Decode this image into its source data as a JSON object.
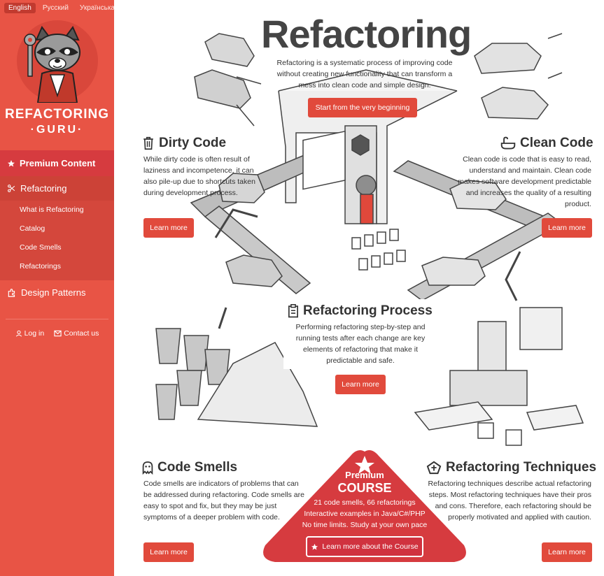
{
  "languages": [
    {
      "label": "English",
      "active": true
    },
    {
      "label": "Русский",
      "active": false
    },
    {
      "label": "Українська",
      "active": false
    }
  ],
  "brand": {
    "line1": "REFACTORING",
    "line2": "·GURU·"
  },
  "nav": {
    "premium": "Premium Content",
    "refactoring": "Refactoring",
    "sub_items": [
      "What is Refactoring",
      "Catalog",
      "Code Smells",
      "Refactorings"
    ],
    "design_patterns": "Design Patterns",
    "login": "Log in",
    "contact": "Contact us"
  },
  "hero": {
    "title": "Refactoring",
    "intro": "Refactoring is a systematic process of improving code without creating new functionality that can transform a mess into clean code and simple design.",
    "cta": "Start from the very beginning"
  },
  "dirty_code": {
    "title": "Dirty Code",
    "text": "While dirty code is often result of laziness and incompetence, it can also pile-up due to shortcuts taken during development process.",
    "button": "Learn more"
  },
  "clean_code": {
    "title": "Clean Code",
    "text": "Clean code is code that is easy to read, understand and maintain. Clean code makes software development predictable and increases the quality of a resulting product.",
    "button": "Learn more"
  },
  "process": {
    "title": "Refactoring Process",
    "text": "Performing refactoring step-by-step and running tests after each change are key elements of refactoring that make it predictable and safe.",
    "button": "Learn more"
  },
  "code_smells": {
    "title": "Code Smells",
    "text": "Code smells are indicators of problems that can be addressed during refactoring. Code smells are easy to spot and fix, but they may be just symptoms of a deeper problem with code.",
    "button": "Learn more"
  },
  "techniques": {
    "title": "Refactoring Techniques",
    "text": "Refactoring techniques describe actual refactoring steps. Most refactoring techniques have their pros and cons. Therefore, each refactoring should be properly motivated and applied with caution.",
    "button": "Learn more"
  },
  "premium": {
    "label": "Premium",
    "course": "COURSE",
    "line1": "21 code smells, 66 refactorings",
    "line2": "Interactive examples in Java/C#/PHP",
    "line3": "No time limits. Study at your own pace",
    "button": "Learn more about the Course"
  },
  "colors": {
    "accent": "#e85445",
    "button": "#e14a3c",
    "premium": "#d63b3f"
  }
}
